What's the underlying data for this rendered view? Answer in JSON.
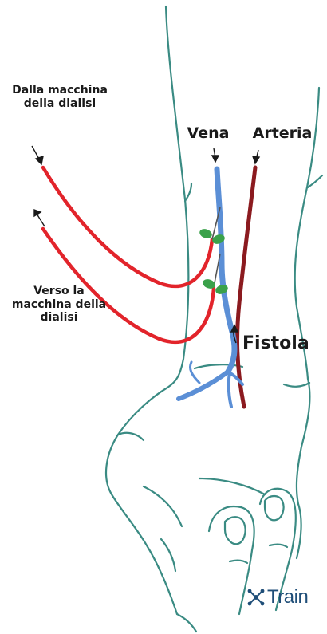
{
  "labels": {
    "from_machine": "Dalla macchina della dialisi",
    "to_machine": "Verso la macchina della dialisi",
    "vein": "Vena",
    "artery": "Arteria",
    "fistula": "Fistola"
  },
  "brand": {
    "name": "Train"
  },
  "colors": {
    "outline": "#3a8b83",
    "tube": "#e2242b",
    "vein": "#5b8fd6",
    "artery": "#8b1a1f",
    "needle_wings": "#3aa14a",
    "brand": "#1f4e78",
    "text": "#1a1a1a"
  }
}
